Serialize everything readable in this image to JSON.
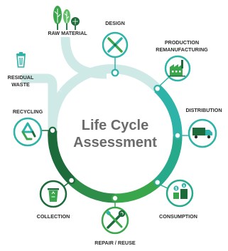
{
  "title": {
    "line1": "Life Cycle",
    "line2": "Assessment"
  },
  "stages": {
    "raw_material": "RAW MATERIAL",
    "design": "DESIGN",
    "production_line1": "PRODUCTION",
    "production_line2": "REMANUFACTURING",
    "distribution": "DISTRIBUTION",
    "consumption": "CONSUMPTION",
    "repair": "REPAIR / REUSE",
    "collection": "COLLECTION",
    "recycling": "RECYCLING",
    "residual_line1": "RESIDUAL",
    "residual_line2": "WASTE"
  },
  "colors": {
    "light_teal": "#cfe9e6",
    "teal": "#2db3a8",
    "green": "#3aa64c",
    "dark_green": "#1d6b3b",
    "label": "#2b2b2b",
    "title": "#6b6b6b"
  }
}
